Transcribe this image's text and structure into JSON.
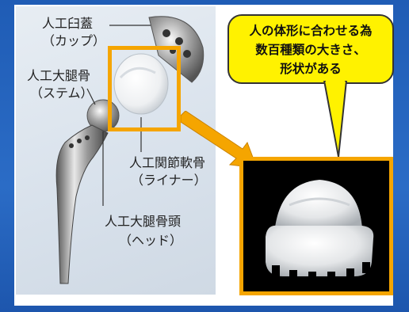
{
  "labels": {
    "cup_line1": "人工臼蓋",
    "cup_line2": "（カップ）",
    "stem_line1": "人工大腿骨",
    "stem_line2": "（ステム）",
    "liner_line1": "人工関節軟骨",
    "liner_line2": "（ライナー）",
    "head_line1": "人工大腿骨頭",
    "head_line2": "（ヘッド）"
  },
  "bubble": {
    "line1": "人の体形に合わせる為",
    "line2": "数百種類の大きさ、",
    "line3": "形状がある"
  },
  "colors": {
    "background": "#2a64b8",
    "accent": "#f5a500",
    "bubble": "#fff200"
  }
}
